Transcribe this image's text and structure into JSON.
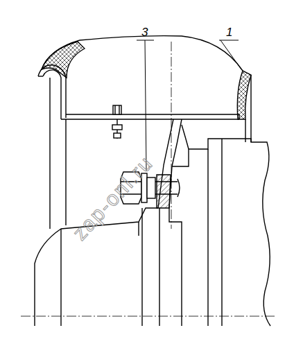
{
  "diagram": {
    "labels": [
      "3",
      "1",
      "zap-onl.ru"
    ]
  }
}
